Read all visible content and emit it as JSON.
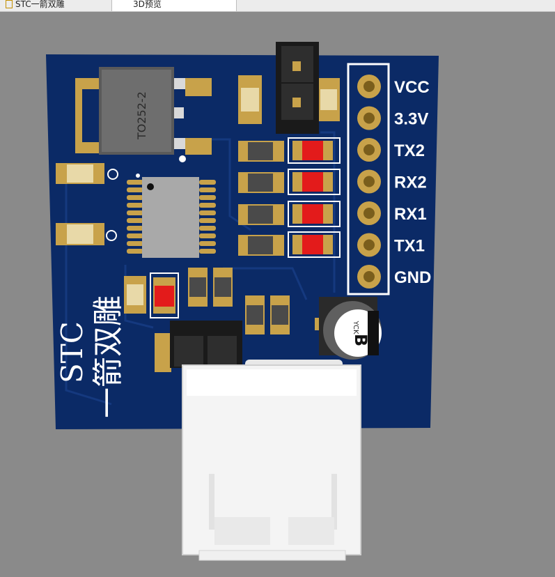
{
  "tabs": [
    {
      "label": "STC一箭双雕"
    },
    {
      "label": "3D预览"
    }
  ],
  "board": {
    "component_label": "TO252-2",
    "header_pins": [
      "VCC",
      "3.3V",
      "TX2",
      "RX2",
      "RX1",
      "TX1",
      "GND"
    ],
    "silk_text_main": "STC",
    "silk_text_sub": "一箭双雕",
    "cap_marking_top": "YCK",
    "cap_marking_big": "B",
    "colors": {
      "pcb": "#0b2a66",
      "pad_gold": "#c8a24a",
      "silk": "#ffffff",
      "led_red": "#e31b1b",
      "background": "#8a8a8a"
    }
  }
}
